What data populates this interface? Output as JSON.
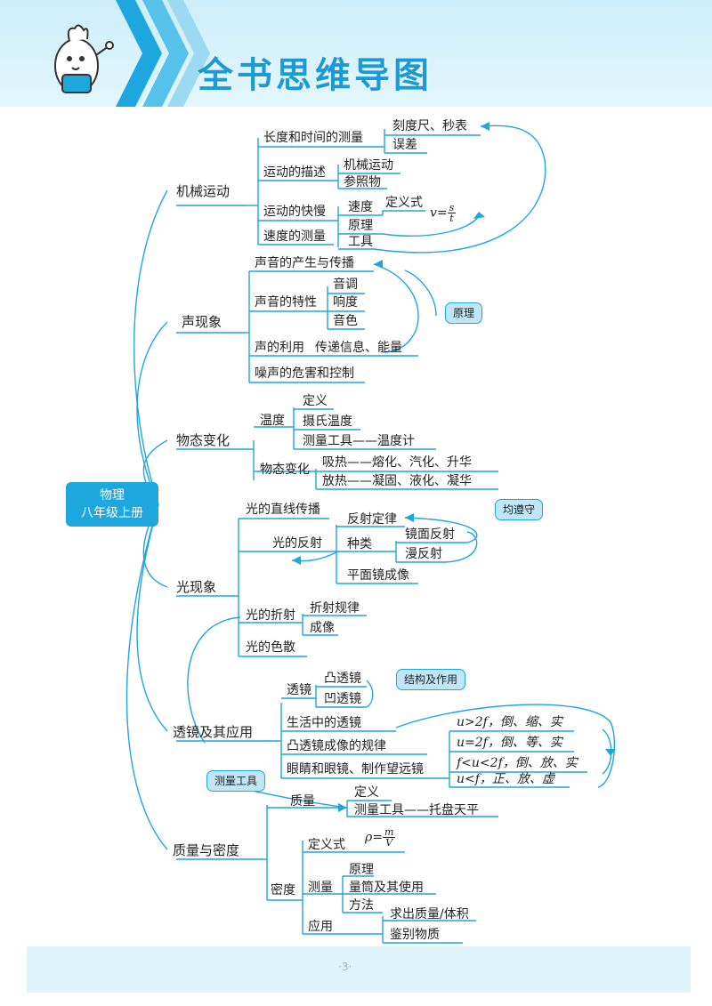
{
  "title": "全书思维导图",
  "root": {
    "line1": "物理",
    "line2": "八年级上册"
  },
  "branches": {
    "mech": {
      "label": "机械运动",
      "l1": "长度和时间的测量",
      "l1a": "刻度尺、秒表",
      "l1b": "误差",
      "l2": "运动的描述",
      "l2a": "机械运动",
      "l2b": "参照物",
      "l3": "运动的快慢",
      "l3a": "速度",
      "l3a1": "定义式",
      "formula_v": "v=",
      "formula_num": "s",
      "formula_den": "t",
      "l4": "速度的测量",
      "l4a": "原理",
      "l4b": "工具"
    },
    "sound": {
      "label": "声现象",
      "l1": "声音的产生与传播",
      "l2": "声音的特性",
      "l2a": "音调",
      "l2b": "响度",
      "l2c": "音色",
      "l3": "声的利用",
      "l3a": "传递信息、能量",
      "l4": "噪声的危害和控制",
      "bubble": "原理"
    },
    "state": {
      "label": "物态变化",
      "l1": "温度",
      "l1a": "定义",
      "l1b": "摄氏温度",
      "l1c": "测量工具——温度计",
      "l2": "物态变化",
      "l2a": "吸热——熔化、汽化、升华",
      "l2b": "放热——凝固、液化、凝华"
    },
    "light": {
      "label": "光现象",
      "l1": "光的直线传播",
      "l2": "光的反射",
      "l2a": "反射定律",
      "l2b": "种类",
      "l2b1": "镜面反射",
      "l2b2": "漫反射",
      "l2c": "平面镜成像",
      "l3": "光的折射",
      "l3a": "折射规律",
      "l3b": "成像",
      "l4": "光的色散",
      "bubble": "均遵守"
    },
    "lens": {
      "label": "透镜及其应用",
      "l1": "透镜",
      "l1a": "凸透镜",
      "l1b": "凹透镜",
      "l2": "生活中的透镜",
      "l3": "凸透镜成像的规律",
      "l4": "眼睛和眼镜、制作望远镜",
      "r1": "u>2f，倒、缩、实",
      "r2": "u=2f，倒、等、实",
      "r3": "f<u<2f，倒、放、实",
      "r4": "u<f，正、放、虚",
      "bubble": "结构及作用"
    },
    "mass": {
      "label": "质量与密度",
      "l1": "质量",
      "l1a": "定义",
      "l1b": "测量工具——托盘天平",
      "l2": "密度",
      "l2a": "定义式",
      "formula_rho": "ρ=",
      "formula_num": "m",
      "formula_den": "V",
      "l2b": "测量",
      "l2b1": "原理",
      "l2b2": "量筒及其使用",
      "l2b3": "方法",
      "l2c": "应用",
      "l2c1": "求出质量/体积",
      "l2c2": "鉴别物质",
      "bubble": "测量工具"
    }
  },
  "page_number": "·3·",
  "colors": {
    "accent": "#1ea6df",
    "header_bg": "#cdeefb",
    "bubble_bg": "#bfe7f8"
  }
}
